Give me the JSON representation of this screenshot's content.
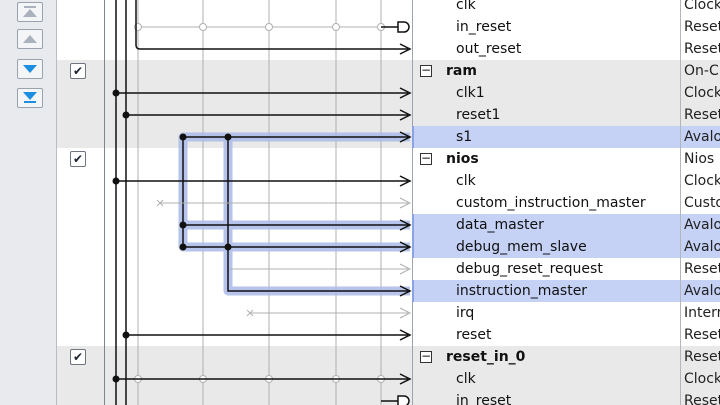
{
  "toolbar": {
    "buttons": [
      {
        "icon": "move-to-top-icon",
        "enabled": false
      },
      {
        "icon": "move-up-icon",
        "enabled": false
      },
      {
        "icon": "move-down-icon",
        "enabled": true
      },
      {
        "icon": "move-to-bottom-icon",
        "enabled": true
      }
    ]
  },
  "checkmark": "✔",
  "expander_symbol": "−",
  "rows": [
    {
      "name": "clk",
      "kind": "port",
      "desc": "Clock",
      "bg": "white",
      "selected": false
    },
    {
      "name": "in_reset",
      "kind": "port",
      "desc": "Reset",
      "bg": "white",
      "selected": false
    },
    {
      "name": "out_reset",
      "kind": "port",
      "desc": "Reset",
      "bg": "white",
      "selected": false
    },
    {
      "name": "ram",
      "kind": "module",
      "desc": "On-Chip",
      "bg": "grey",
      "selected": false,
      "checked": true
    },
    {
      "name": "clk1",
      "kind": "port",
      "desc": "Clock",
      "bg": "grey",
      "selected": false
    },
    {
      "name": "reset1",
      "kind": "port",
      "desc": "Reset",
      "bg": "grey",
      "selected": false
    },
    {
      "name": "s1",
      "kind": "port",
      "desc": "Avalon",
      "bg": "grey",
      "selected": true
    },
    {
      "name": "nios",
      "kind": "module",
      "desc": "Nios II",
      "bg": "white",
      "selected": false,
      "checked": true
    },
    {
      "name": "clk",
      "kind": "port",
      "desc": "Clock",
      "bg": "white",
      "selected": false
    },
    {
      "name": "custom_instruction_master",
      "kind": "port",
      "desc": "Custom",
      "bg": "white",
      "selected": false
    },
    {
      "name": "data_master",
      "kind": "port",
      "desc": "Avalon",
      "bg": "white",
      "selected": true
    },
    {
      "name": "debug_mem_slave",
      "kind": "port",
      "desc": "Avalon",
      "bg": "white",
      "selected": true
    },
    {
      "name": "debug_reset_request",
      "kind": "port",
      "desc": "Reset",
      "bg": "white",
      "selected": false
    },
    {
      "name": "instruction_master",
      "kind": "port",
      "desc": "Avalon",
      "bg": "white",
      "selected": true
    },
    {
      "name": "irq",
      "kind": "port",
      "desc": "Interrupt",
      "bg": "white",
      "selected": false
    },
    {
      "name": "reset",
      "kind": "port",
      "desc": "Reset",
      "bg": "white",
      "selected": false
    },
    {
      "name": "reset_in_0",
      "kind": "module",
      "desc": "Reset",
      "bg": "grey",
      "selected": false,
      "checked": true
    },
    {
      "name": "clk",
      "kind": "port",
      "desc": "Clock",
      "bg": "grey",
      "selected": false
    },
    {
      "name": "in_reset",
      "kind": "port",
      "desc": "Reset",
      "bg": "grey",
      "selected": false
    }
  ],
  "colors": {
    "wire": "#111111",
    "grid": "#b0b0b0",
    "highlight": "#aebde8"
  }
}
